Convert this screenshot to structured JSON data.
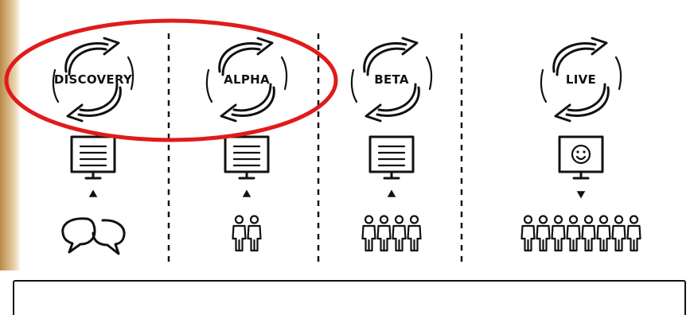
{
  "stages": [
    {
      "label": "DISCOVERY",
      "screen": "text-lines",
      "arrow": "up",
      "audience": "speech-bubbles",
      "people": 0
    },
    {
      "label": "ALPHA",
      "screen": "text-lines",
      "arrow": "up",
      "audience": "people",
      "people": 2
    },
    {
      "label": "BETA",
      "screen": "text-lines",
      "arrow": "up",
      "audience": "people",
      "people": 4
    },
    {
      "label": "LIVE",
      "screen": "smiley",
      "arrow": "down",
      "audience": "people",
      "people": 8
    }
  ],
  "highlight": {
    "stages": [
      "DISCOVERY",
      "ALPHA"
    ],
    "color": "#e01b1b"
  },
  "icons": [
    "cycle-arrows-icon",
    "monitor-icon",
    "triangle-icon",
    "speech-bubbles-icon",
    "person-icon",
    "smiley-icon"
  ]
}
